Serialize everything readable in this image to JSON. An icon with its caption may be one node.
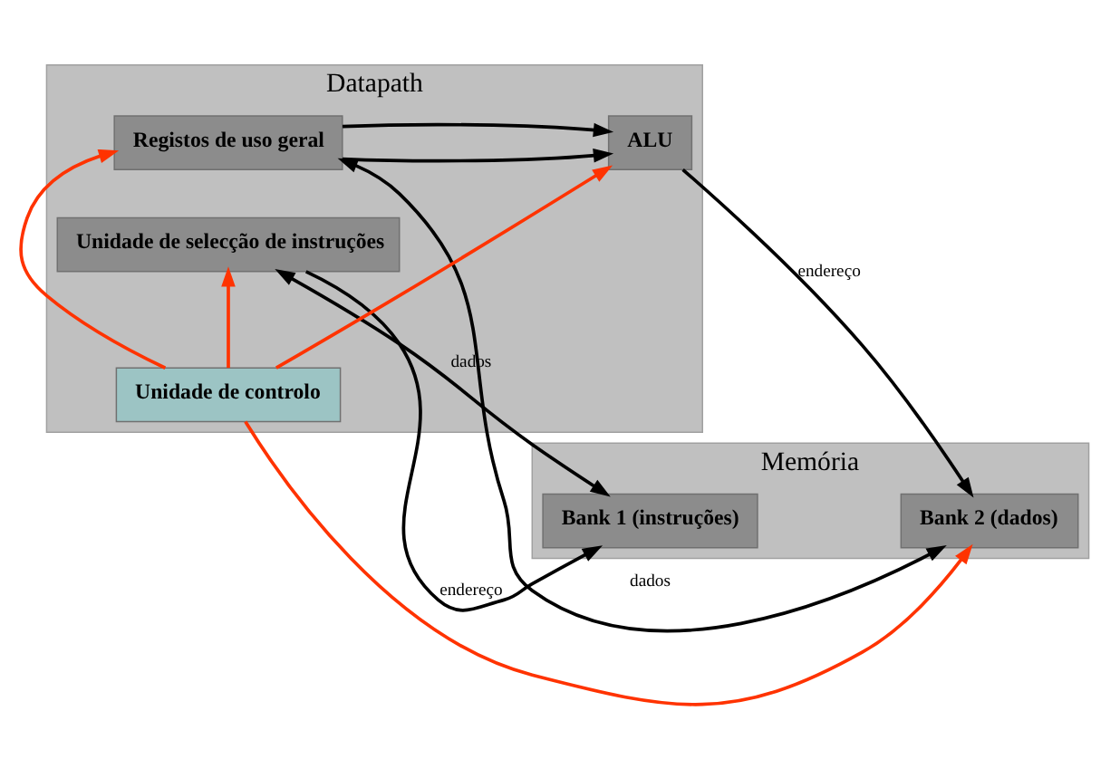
{
  "diagram": {
    "nodes": [
      {
        "text": [
          "Datapath"
        ]
      },
      {
        "text": [
          "Memória"
        ]
      },
      {
        "text": [
          "Unidade de selecção de instruções"
        ],
        "in": 0
      },
      {
        "text": [
          "Registos de uso geral"
        ],
        "in": 0
      },
      {
        "text": [
          "ALU"
        ],
        "in": 0
      },
      {
        "text": [
          "Unidade de controlo"
        ],
        "in": 0
      },
      {
        "text": [
          "Bank 1 (instruções)"
        ],
        "in": 1
      },
      {
        "text": [
          "Bank 2 (dados)"
        ],
        "in": 1
      }
    ],
    "edges": [
      {
        "from": 2,
        "to": 6,
        "arrow": "to",
        "label": "endereço"
      },
      {
        "from": 2,
        "to": 6,
        "arrow": "both",
        "label": "dados"
      },
      {
        "from": 3,
        "to": 4,
        "arrow": "to"
      },
      {
        "from": 3,
        "to": 4,
        "arrow": "to"
      },
      {
        "from": 4,
        "to": 7,
        "arrow": "to",
        "label": "endereço"
      },
      {
        "from": 3,
        "to": 7,
        "arrow": "both",
        "label": "dados"
      },
      {
        "from": 5,
        "to": 3,
        "arrow": "to",
        "color": "#ff3300"
      },
      {
        "from": 5,
        "to": 4,
        "arrow": "to",
        "color": "#ff3300"
      },
      {
        "from": 5,
        "to": 2,
        "arrow": "to",
        "color": "#ff3300"
      },
      {
        "from": 5,
        "to": 7,
        "arrow": "to",
        "color": "#ff3300"
      }
    ]
  }
}
